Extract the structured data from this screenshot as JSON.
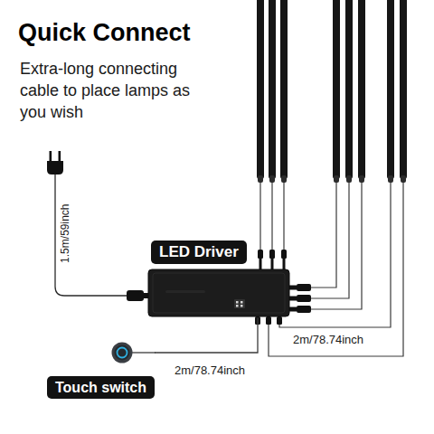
{
  "diagram": {
    "title": "Quick Connect",
    "nodes": [
      {
        "text": [
          "LED Driver"
        ]
      },
      {
        "text": [
          "Touch switch"
        ]
      }
    ],
    "edges": [
      {
        "from": 1,
        "to": 0,
        "label": "2m/78.74inch",
        "arrow": "none"
      }
    ],
    "labels": [
      "Extra-long connecting cable to place lamps as you wish",
      "1.5m/59inch",
      "2m/78.74inch"
    ]
  }
}
